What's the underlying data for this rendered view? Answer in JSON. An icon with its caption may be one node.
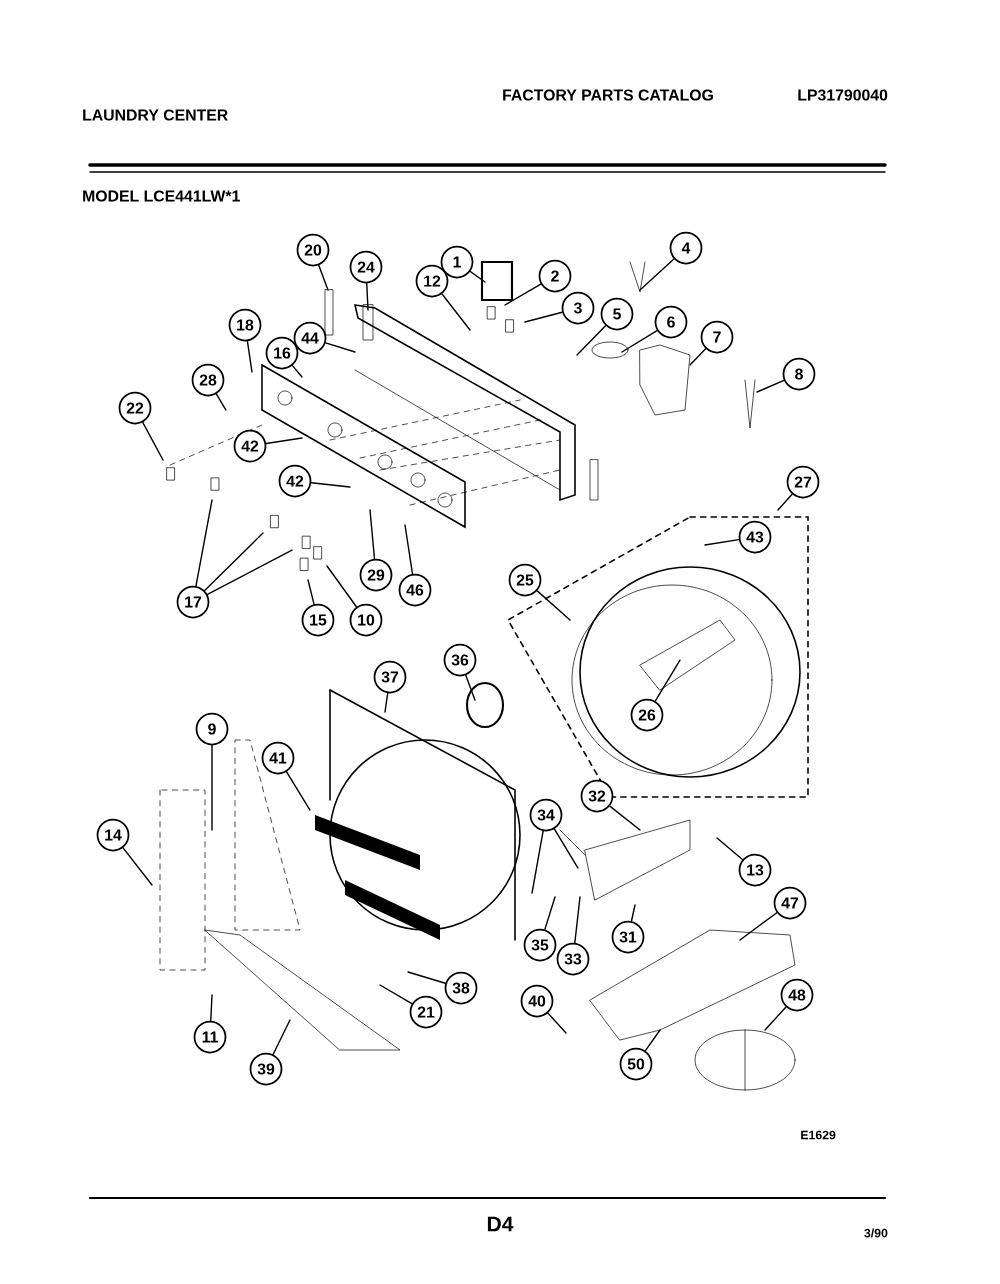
{
  "diagram": {
    "nodes": [
      {
        "text": [
          "1"
        ]
      },
      {
        "text": [
          "12"
        ]
      },
      {
        "text": [
          "2"
        ]
      },
      {
        "text": [
          "3"
        ]
      },
      {
        "text": [
          "4"
        ]
      },
      {
        "text": [
          "5"
        ]
      },
      {
        "text": [
          "6"
        ]
      },
      {
        "text": [
          "7"
        ]
      },
      {
        "text": [
          "8"
        ]
      },
      {
        "text": [
          "20"
        ]
      },
      {
        "text": [
          "24"
        ]
      },
      {
        "text": [
          "44"
        ]
      },
      {
        "text": [
          "16"
        ]
      },
      {
        "text": [
          "18"
        ]
      },
      {
        "text": [
          "28"
        ]
      },
      {
        "text": [
          "22"
        ]
      },
      {
        "text": [
          "42"
        ]
      },
      {
        "text": [
          "42"
        ]
      },
      {
        "text": [
          "17"
        ]
      },
      {
        "text": [
          "15"
        ]
      },
      {
        "text": [
          "10"
        ]
      },
      {
        "text": [
          "29"
        ]
      },
      {
        "text": [
          "46"
        ]
      },
      {
        "text": [
          "25"
        ]
      },
      {
        "text": [
          "27"
        ]
      },
      {
        "text": [
          "43"
        ]
      },
      {
        "text": [
          "26"
        ]
      },
      {
        "text": [
          "37"
        ]
      },
      {
        "text": [
          "36"
        ]
      },
      {
        "text": [
          "9"
        ]
      },
      {
        "text": [
          "41"
        ]
      },
      {
        "text": [
          "14"
        ]
      },
      {
        "text": [
          "32"
        ]
      },
      {
        "text": [
          "34"
        ]
      },
      {
        "text": [
          "13"
        ]
      },
      {
        "text": [
          "35"
        ]
      },
      {
        "text": [
          "33"
        ]
      },
      {
        "text": [
          "31"
        ]
      },
      {
        "text": [
          "47"
        ]
      },
      {
        "text": [
          "38"
        ]
      },
      {
        "text": [
          "21"
        ]
      },
      {
        "text": [
          "40"
        ]
      },
      {
        "text": [
          "48"
        ]
      },
      {
        "text": [
          "11"
        ]
      },
      {
        "text": [
          "39"
        ]
      },
      {
        "text": [
          "50"
        ]
      }
    ],
    "edges": [
      {
        "from": 0,
        "to": null,
        "arrow": "none"
      },
      {
        "from": 1,
        "to": null,
        "arrow": "none"
      },
      {
        "from": 2,
        "to": null,
        "arrow": "none"
      },
      {
        "from": 3,
        "to": null,
        "arrow": "none"
      },
      {
        "from": 4,
        "to": null,
        "arrow": "none"
      },
      {
        "from": 5,
        "to": null,
        "arrow": "none"
      },
      {
        "from": 6,
        "to": null,
        "arrow": "none"
      },
      {
        "from": 7,
        "to": null,
        "arrow": "none"
      },
      {
        "from": 8,
        "to": null,
        "arrow": "none"
      },
      {
        "from": 9,
        "to": null,
        "arrow": "none"
      },
      {
        "from": 10,
        "to": null,
        "arrow": "none"
      },
      {
        "from": 11,
        "to": null,
        "arrow": "none"
      },
      {
        "from": 12,
        "to": null,
        "arrow": "none"
      },
      {
        "from": 13,
        "to": null,
        "arrow": "none"
      },
      {
        "from": 14,
        "to": null,
        "arrow": "none"
      },
      {
        "from": 15,
        "to": null,
        "arrow": "none"
      },
      {
        "from": 16,
        "to": null,
        "arrow": "none"
      },
      {
        "from": 17,
        "to": null,
        "arrow": "none"
      },
      {
        "from": 18,
        "to": null,
        "arrow": "none"
      },
      {
        "from": 18,
        "to": null,
        "arrow": "none"
      },
      {
        "from": 18,
        "to": null,
        "arrow": "none"
      },
      {
        "from": 19,
        "to": null,
        "arrow": "none"
      },
      {
        "from": 20,
        "to": null,
        "arrow": "none"
      },
      {
        "from": 21,
        "to": null,
        "arrow": "none"
      },
      {
        "from": 22,
        "to": null,
        "arrow": "none"
      },
      {
        "from": 23,
        "to": null,
        "arrow": "none"
      },
      {
        "from": 24,
        "to": null,
        "arrow": "none"
      },
      {
        "from": 25,
        "to": null,
        "arrow": "none"
      },
      {
        "from": 26,
        "to": null,
        "arrow": "none"
      },
      {
        "from": 27,
        "to": null,
        "arrow": "none"
      },
      {
        "from": 28,
        "to": null,
        "arrow": "none"
      },
      {
        "from": 29,
        "to": null,
        "arrow": "none"
      },
      {
        "from": 30,
        "to": null,
        "arrow": "none"
      },
      {
        "from": 31,
        "to": null,
        "arrow": "none"
      },
      {
        "from": 32,
        "to": null,
        "arrow": "none"
      },
      {
        "from": 33,
        "to": null,
        "arrow": "none"
      },
      {
        "from": 33,
        "to": null,
        "arrow": "none"
      },
      {
        "from": 34,
        "to": null,
        "arrow": "none"
      },
      {
        "from": 35,
        "to": null,
        "arrow": "none"
      },
      {
        "from": 36,
        "to": null,
        "arrow": "none"
      },
      {
        "from": 37,
        "to": null,
        "arrow": "none"
      },
      {
        "from": 38,
        "to": null,
        "arrow": "none"
      },
      {
        "from": 39,
        "to": null,
        "arrow": "none"
      },
      {
        "from": 40,
        "to": null,
        "arrow": "none"
      },
      {
        "from": 41,
        "to": null,
        "arrow": "none"
      },
      {
        "from": 42,
        "to": null,
        "arrow": "none"
      },
      {
        "from": 43,
        "to": null,
        "arrow": "none"
      },
      {
        "from": 44,
        "to": null,
        "arrow": "none"
      },
      {
        "from": 45,
        "to": null,
        "arrow": "none"
      }
    ],
    "labels": [
      "LAUNDRY CENTER",
      "FACTORY PARTS CATALOG",
      "LP31790040",
      "MODEL LCE441LW*1",
      "E1629",
      "D4",
      "3/90"
    ]
  }
}
